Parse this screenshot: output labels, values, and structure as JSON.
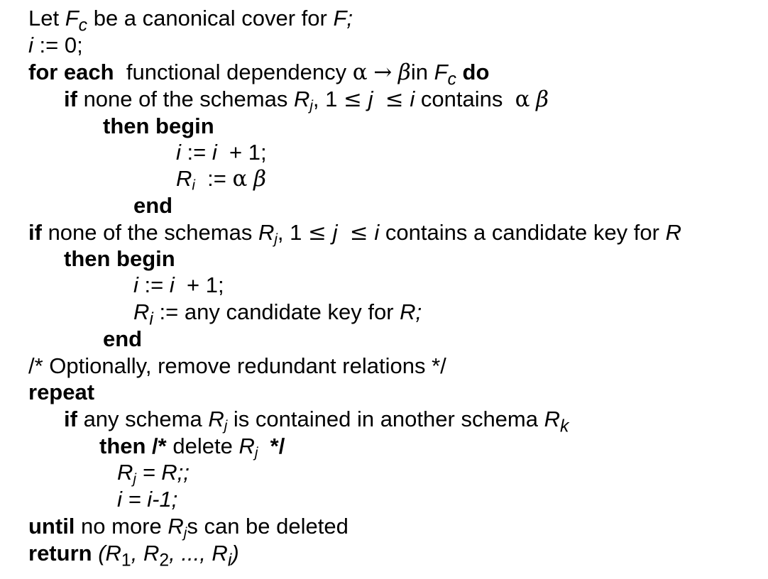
{
  "lines": {
    "l1": {
      "let": "Let",
      "fc": "F",
      "c": "c",
      "mid": "be a canonical cover for",
      "f": "F;"
    },
    "l2": {
      "i": "i",
      "rest": ":= 0;"
    },
    "l3": {
      "kw": "for each",
      "txt": "functional dependency",
      "alpha": "α",
      "arrow": "→",
      "beta": "β",
      "in": "in",
      "f": "F",
      "c": "c",
      "do": "do"
    },
    "l4": {
      "kw": "if",
      "txt": "none of the schemas",
      "r": "R",
      "j": "j",
      "comma": ",",
      "one": "1",
      "le": "≤",
      "jv": "j",
      "le2": "≤",
      "iv": "i",
      "contains": "contains",
      "alpha": "α",
      "beta": "β"
    },
    "l5": {
      "kw": "then begin"
    },
    "l6": {
      "i": "i",
      "eq": ":=",
      "i2": "i",
      "rest": "+ 1;"
    },
    "l7": {
      "r": "R",
      "i": "i",
      "eq": ":=",
      "alpha": "α",
      "beta": "β"
    },
    "l8": {
      "kw": "end"
    },
    "l9": {
      "kw": "if",
      "txt": "none of the schemas",
      "r": "R",
      "j": "j",
      "comma": ",",
      "one": "1",
      "le": "≤",
      "jv": "j",
      "le2": "≤",
      "iv": "i",
      "rest": "contains a candidate key for",
      "rr": "R"
    },
    "l10": {
      "kw": "then begin"
    },
    "l11": {
      "i": "i",
      "eq": ":=",
      "i2": "i",
      "rest": "+ 1;"
    },
    "l12": {
      "r": "R",
      "i": "i",
      "rest": ":= any candidate key for",
      "rr": "R;"
    },
    "l13": {
      "kw": "end"
    },
    "l14": {
      "txt": "/* Optionally, remove redundant relations */"
    },
    "l15": {
      "kw": "repeat"
    },
    "l16": {
      "kw": "if",
      "txt": "any schema",
      "r": "R",
      "j": "j",
      "mid": "is contained in another schema",
      "rk": "R",
      "k": "k"
    },
    "l17": {
      "kw": "then /*",
      "txt": "delete",
      "r": "R",
      "j": "j",
      "end": "*/"
    },
    "l18": {
      "r": "R",
      "j": "j",
      "rest": "= R;;"
    },
    "l19": {
      "i": "i",
      "rest": "= i-1;"
    },
    "l20": {
      "kw": "until",
      "txt": "no more",
      "r": "R",
      "j": "j",
      "rest": "s can be deleted"
    },
    "l21": {
      "kw": "return",
      "open": "(R",
      "s1": "1",
      "mid": ", R",
      "s2": "2",
      "dots": ", ..., R",
      "si": "i",
      "close": ")"
    }
  }
}
